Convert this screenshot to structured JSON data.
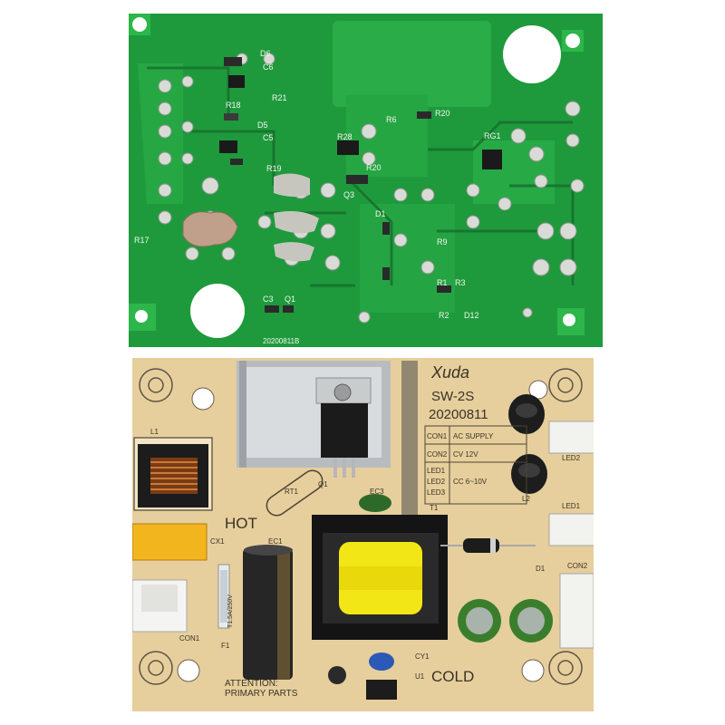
{
  "top_board": {
    "refs": {
      "d6": "D6",
      "c6": "C6",
      "r21": "R21",
      "r18": "R18",
      "d5": "D5",
      "c5": "C5",
      "r19": "R19",
      "r6": "R6",
      "r20_a": "R20",
      "r28": "R28",
      "r20_b": "R20",
      "q3": "Q3",
      "rg1": "RG1",
      "d1": "D1",
      "r17": "R17",
      "c3": "C3",
      "q1": "Q1",
      "r1": "R1",
      "r3": "R3",
      "r2": "R2",
      "d12": "D12",
      "r9": "R9"
    },
    "marking": "20200811B"
  },
  "bottom_board": {
    "brand": "Xuda",
    "model": "SW-2S",
    "date": "20200811",
    "conn_table": [
      {
        "ref": "CON1",
        "desc": "AC SUPPLY"
      },
      {
        "ref": "CON2",
        "desc": "CV 12V"
      },
      {
        "ref": "LED1\nLED2\nLED3",
        "desc": "CC 6~10V"
      }
    ],
    "led1_lines": [
      "LED1",
      "LED2",
      "LED3"
    ],
    "hot_label": "HOT",
    "cold_label": "COLD",
    "attention": "ATTENTION:",
    "primary": "PRIMARY PARTS",
    "refs": {
      "l1": "L1",
      "cx1": "CX1",
      "con1": "CON1",
      "f1": "F1",
      "ec1": "EC1",
      "rt1": "RT1",
      "q1": "Q1",
      "ec3": "EC3",
      "t1": "T1",
      "cy1": "CY1",
      "u1": "U1",
      "d1": "D1",
      "l2": "L2",
      "led1": "LED1",
      "led2": "LED2",
      "con2": "CON2",
      "fuse_val": "T1.5A/250V"
    }
  },
  "colors": {
    "pcb_green": "#1f9a3e",
    "pcb_bright": "#2fbd4c",
    "pcb_tan": "#e4cd9a",
    "silk": "#ffffff",
    "ink": "#3b3326"
  }
}
